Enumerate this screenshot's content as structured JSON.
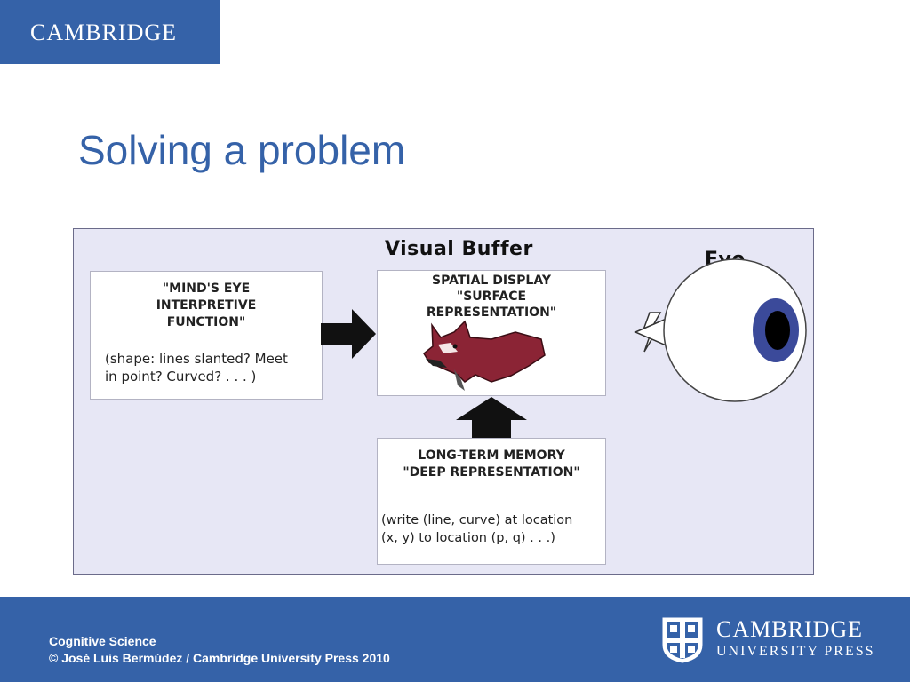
{
  "header": {
    "logo_text": "CAMBRIDGE",
    "brand_color": "#3562a8"
  },
  "slide": {
    "title": "Solving a problem"
  },
  "diagram": {
    "visual_buffer_label": "Visual Buffer",
    "eye_label": "Eye",
    "minds_eye": {
      "lines": [
        "\"MIND'S EYE",
        "INTERPRETIVE",
        "FUNCTION\""
      ],
      "note": [
        "(shape: lines slanted? Meet",
        "in point? Curved? . . . )"
      ]
    },
    "spatial_display": {
      "lines": [
        "SPATIAL DISPLAY",
        "\"SURFACE",
        "REPRESENTATION\""
      ]
    },
    "long_term_memory": {
      "lines": [
        "LONG-TERM MEMORY",
        "\"DEEP REPRESENTATION\""
      ],
      "note": [
        "(write (line, curve) at location",
        "(x, y) to location (p, q) . . .)"
      ]
    },
    "icons": [
      "fox-head-image",
      "eye-icon",
      "lightning-icon"
    ],
    "colors": {
      "background": "#e7e7f5",
      "fox": "#8b2435",
      "iris": "#3b4a9a"
    }
  },
  "footer": {
    "line1": "Cognitive Science",
    "line2": "© José Luis Bermúdez / Cambridge University Press 2010",
    "press_logo_line1": "CAMBRIDGE",
    "press_logo_line2": "UNIVERSITY PRESS"
  }
}
